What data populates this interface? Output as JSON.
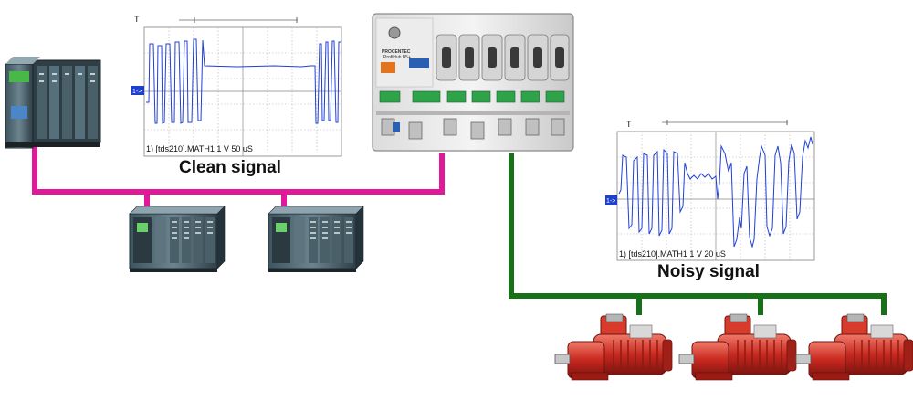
{
  "captions": {
    "clean": "Clean signal",
    "noisy": "Noisy signal"
  },
  "scope_clean": {
    "trigger_marker": "T",
    "channel_marker": "1->",
    "readout": "1) [tds210].MATH1  1  V   50 uS"
  },
  "scope_noisy": {
    "trigger_marker": "T",
    "channel_marker": "1->",
    "readout": "1) [tds210].MATH1  1  V   20 uS"
  },
  "profihub": {
    "brand": "PROCENTEC",
    "model": "ProfiHub B5+"
  },
  "colors": {
    "magenta_bus": "#e0199a",
    "green_bus": "#187018",
    "trace": "#1f3fd8",
    "scope_grid": "#9a9a9a"
  }
}
